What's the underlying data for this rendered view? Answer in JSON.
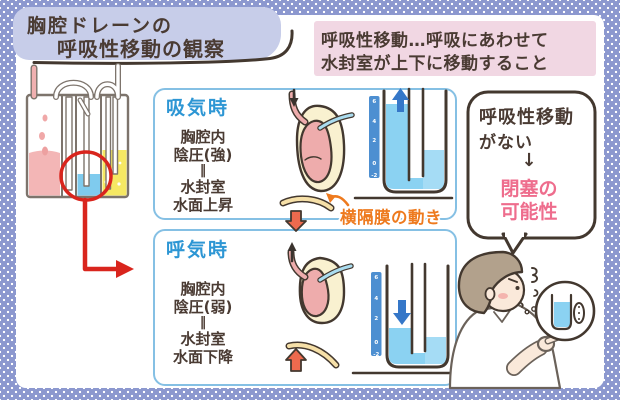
{
  "title": {
    "line1": "胸腔ドレーンの",
    "line2": "呼吸性移動の観察"
  },
  "definition": {
    "line1": "呼吸性移動…呼吸にあわせて",
    "line2": "水封室が上下に移動すること"
  },
  "panels": {
    "inhale": {
      "header": "吸気時",
      "lines": [
        "胸腔内",
        "陰圧(強)",
        "‖",
        "水封室",
        "水面上昇"
      ]
    },
    "exhale": {
      "header": "呼気時",
      "lines": [
        "胸腔内",
        "陰圧(弱)",
        "‖",
        "水封室",
        "水面下降"
      ]
    }
  },
  "diaphragm_label": "横隔膜の動き",
  "warning": {
    "line1": "呼吸性移動",
    "line2": "がない",
    "arrow": "↓",
    "line3": "閉塞の",
    "line4": "可能性"
  },
  "water_seal_scale": [
    "6",
    "4",
    "2",
    "0",
    "-2"
  ],
  "colors": {
    "background_dots": "#8c98cf",
    "title_bubble": "#c7cde9",
    "definition_box": "#f1d7e3",
    "phase_box_border": "#85c0e4",
    "phase_header_blue": "#2d96d4",
    "text_dark_brown": "#4a3b33",
    "highlight_red": "#d9251d",
    "diaphragm_orange": "#ee7a1e",
    "warning_pink": "#ee6d8d",
    "water_blue": "#8bd2f2",
    "scale_strip_blue": "#4d8fd1",
    "drain_fluid_pink": "#f3b6b6",
    "suction_fluid_yellow": "#f6e863",
    "lung_pink": "#eeacac",
    "torso_cream": "#f9f1d0",
    "arrow_red_orange": "#ed6a4e"
  }
}
